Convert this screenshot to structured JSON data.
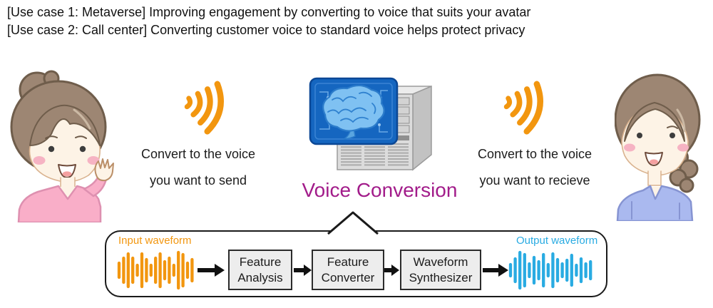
{
  "header": {
    "line1": "[Use case 1: Metaverse] Improving engagement by converting to voice that suits your avatar",
    "line2": "[Use case 2: Call center] Converting customer voice to standard voice helps protect privacy"
  },
  "scene": {
    "title": "Voice Conversion",
    "left_caption": {
      "line1": "Convert to the voice",
      "line2": "you want to send"
    },
    "right_caption": {
      "line1": "Convert to the voice",
      "line2": "you want to recieve"
    }
  },
  "pipeline": {
    "input_label": "Input waveform",
    "output_label": "Output waveform",
    "steps": [
      {
        "line1": "Feature",
        "line2": "Analysis"
      },
      {
        "line1": "Feature",
        "line2": "Converter"
      },
      {
        "line1": "Waveform",
        "line2": "Synthesizer"
      }
    ]
  },
  "colors": {
    "orange": "#F2960F",
    "blue": "#29ABE2",
    "magenta": "#A21C8A"
  }
}
